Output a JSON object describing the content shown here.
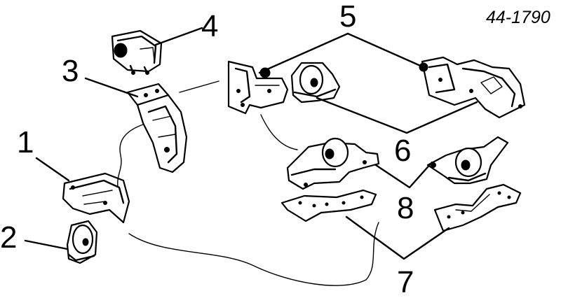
{
  "diagram": {
    "part_number": "44-1790",
    "callouts": [
      {
        "id": "1",
        "label": "1"
      },
      {
        "id": "2",
        "label": "2"
      },
      {
        "id": "3",
        "label": "3"
      },
      {
        "id": "4",
        "label": "4"
      },
      {
        "id": "5",
        "label": "5"
      },
      {
        "id": "6",
        "label": "6"
      },
      {
        "id": "7",
        "label": "7"
      },
      {
        "id": "8",
        "label": "8"
      }
    ]
  },
  "colors": {
    "ink": "#000000",
    "background": "#ffffff"
  }
}
